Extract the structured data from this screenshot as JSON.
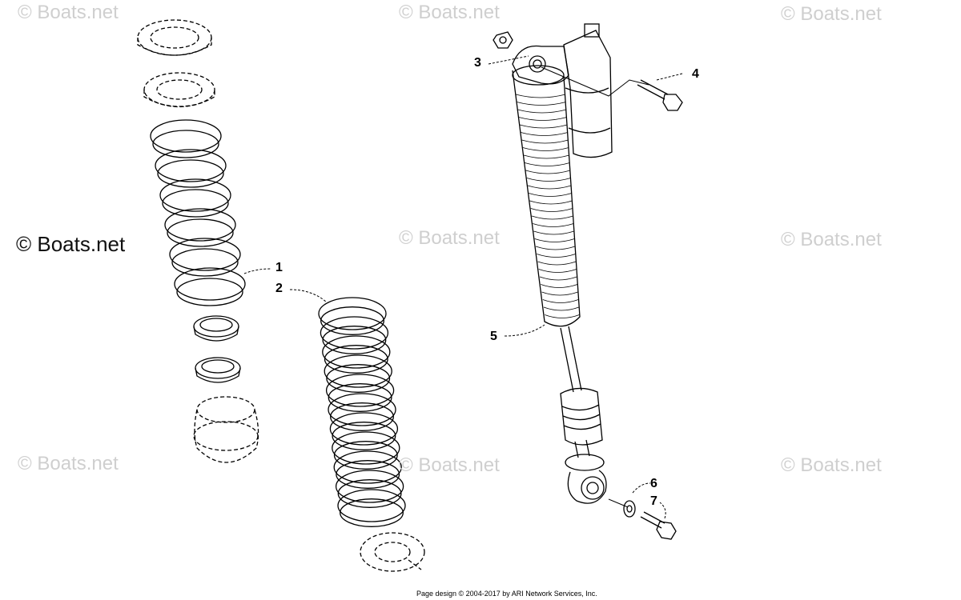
{
  "watermark": {
    "text": "© Boats.net",
    "color": "#cfcfcf"
  },
  "callouts": [
    {
      "id": "1",
      "label": "1"
    },
    {
      "id": "2",
      "label": "2"
    },
    {
      "id": "3",
      "label": "3"
    },
    {
      "id": "4",
      "label": "4"
    },
    {
      "id": "5",
      "label": "5"
    },
    {
      "id": "6",
      "label": "6"
    },
    {
      "id": "7",
      "label": "7"
    }
  ],
  "footer": {
    "text": "Page design © 2004-2017 by ARI Network Services, Inc."
  }
}
